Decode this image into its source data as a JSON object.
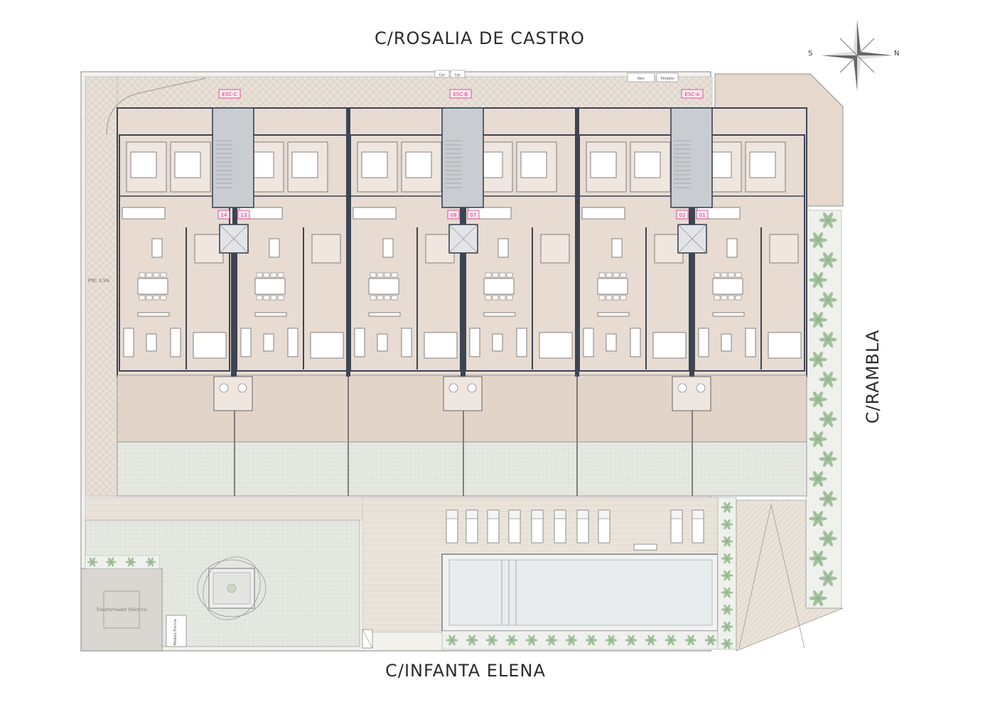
{
  "streets": {
    "north": "C/ROSALIA DE CASTRO",
    "south": "C/INFANTA ELENA",
    "east": "C/RAMBLA"
  },
  "compass": {
    "left_letter": "S",
    "right_letter": "N"
  },
  "stairs": [
    "ESC-C",
    "ESC-B",
    "ESC-A"
  ],
  "unit_numbers": [
    "14",
    "13",
    "08",
    "07",
    "02",
    "01"
  ],
  "slope_label": "PTE: 3,5%",
  "top_labels": [
    "Cpr",
    "Cpr",
    "Nev",
    "Potable"
  ],
  "transformer_label": "Transformador Eléctrico",
  "meter_label": "Módulo Piscina",
  "colors": {
    "unit_floor": "#e9ddd5",
    "terrace": "#e3d4c9",
    "garden": "#d9ddd6",
    "walkway": "#e6e3dc",
    "wall": "#3d4452",
    "stair_core": "#c9ccd1",
    "pool": "#e9ecef",
    "plant": "#8fb48a",
    "stair_tag": "#d6317a"
  }
}
